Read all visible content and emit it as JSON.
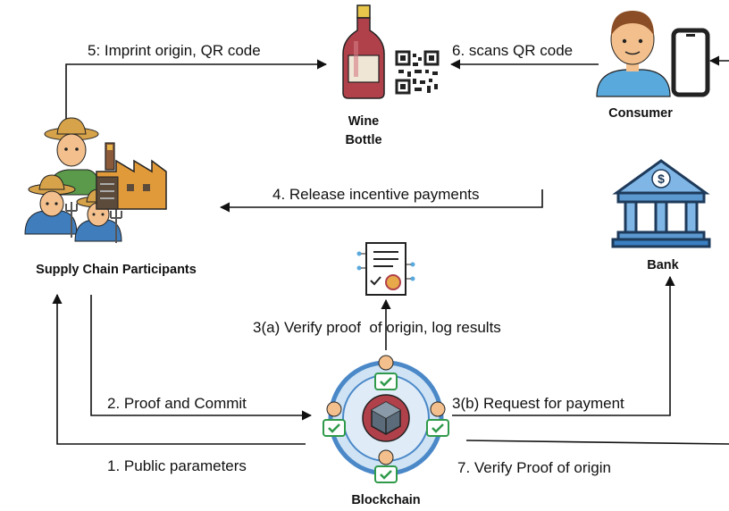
{
  "nodes": {
    "wine_bottle": {
      "label_line1": "Wine",
      "label_line2": "Bottle"
    },
    "consumer": {
      "label": "Consumer"
    },
    "supply_chain": {
      "label": "Supply Chain Participants"
    },
    "bank": {
      "label": "Bank"
    },
    "blockchain": {
      "label": "Blockchain"
    }
  },
  "edges": {
    "imprint": "5: Imprint origin, QR code",
    "scans": "6. scans QR code",
    "release": "4. Release incentive payments",
    "verify_log": "3(a) Verify proof  of origin, log results",
    "proof_commit": "2. Proof and Commit",
    "request_payment": "3(b) Request for payment",
    "public_params": "1. Public parameters",
    "verify_origin": "7. Verify Proof of origin"
  },
  "icons": [
    "wine-bottle-icon",
    "qr-code-icon",
    "consumer-icon",
    "smartphone-icon",
    "farmers-icon",
    "factory-icon",
    "bank-icon",
    "certificate-icon",
    "blockchain-icon"
  ],
  "colors": {
    "wine": "#b0414b",
    "skin": "#f3c08d",
    "shirt": "#5aa9dd",
    "bank": "#3a7fc1",
    "blockchain_ring": "#4a88c8",
    "node_green": "#2f9a4a"
  }
}
